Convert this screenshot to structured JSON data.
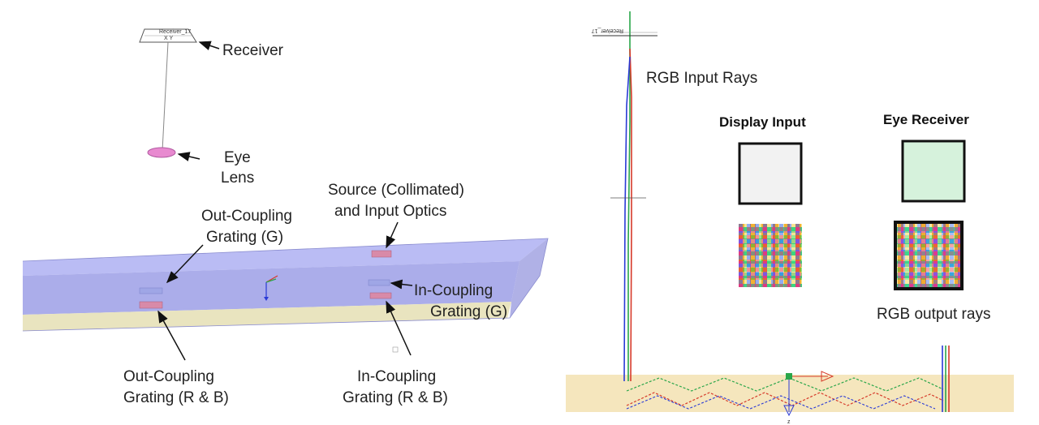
{
  "left": {
    "receiver_tag": "Receiver_17",
    "receiver_axis": "X Y",
    "labels": {
      "receiver": "Receiver",
      "eye_1": "Eye",
      "eye_2": "Lens",
      "source_1": "Source (Collimated)",
      "source_2": "and Input Optics",
      "outcoupling_g_1": "Out-Coupling",
      "outcoupling_g_2": "Grating (G)",
      "incoupling_g_1": "In-Coupling",
      "incoupling_g_2": "Grating (G)",
      "outcoupling_rb_1": "Out-Coupling",
      "outcoupling_rb_2": "Grating (R & B)",
      "incoupling_rb_1": "In-Coupling",
      "incoupling_rb_2": "Grating (R & B)"
    },
    "colors": {
      "waveguide_top": "#aeb0f2",
      "waveguide_mid": "#a2a4e8",
      "waveguide_front": "#d9d6c2",
      "waveguide_bottom": "#e9e4bf",
      "lens": "#e88ad0",
      "grating_red": "#d88aa8"
    }
  },
  "right": {
    "receiver_tag_mirrored": "Receiver_17",
    "labels": {
      "rgb_input": "RGB Input Rays",
      "display_input": "Display Input",
      "eye_receiver": "Eye Receiver",
      "rgb_output": "RGB output rays",
      "axis_z": "z"
    },
    "colors": {
      "substrate": "#f5e6bd",
      "ray_red": "#d63a2a",
      "ray_green": "#2aa64a",
      "ray_blue": "#2a3ad6",
      "display_fill": "#f2f2f2",
      "eye_fill": "#d6f2dc"
    }
  }
}
